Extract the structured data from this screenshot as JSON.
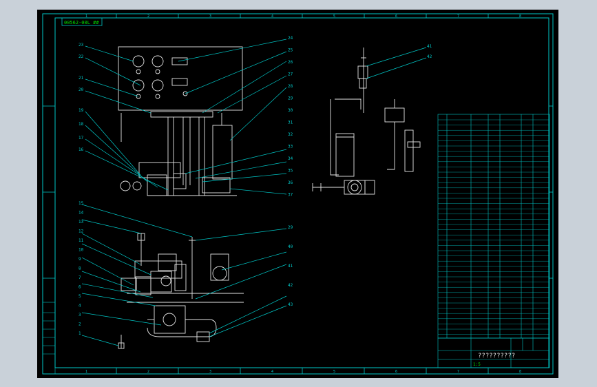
{
  "drawing": {
    "number_tag": "00562-00L ##",
    "title": "??????????",
    "scale": "1:5",
    "callouts_top_left": [
      "23",
      "22",
      "21",
      "20",
      "19",
      "18",
      "17",
      "16"
    ],
    "callouts_top_right": [
      "24",
      "25",
      "26",
      "27",
      "28",
      "29",
      "30",
      "31",
      "32",
      "33",
      "34",
      "35",
      "36",
      "37"
    ],
    "callouts_side": [
      "41",
      "42"
    ],
    "callouts_bottom_left": [
      "15",
      "14",
      "13",
      "12",
      "11",
      "10",
      "9",
      "8",
      "7",
      "6",
      "5",
      "4",
      "3",
      "2",
      "1"
    ],
    "callouts_bottom_right": [
      "29",
      "40",
      "41",
      "42",
      "43"
    ],
    "border_numbers_top": [
      "1",
      "2",
      "3",
      "4",
      "5",
      "6",
      "7",
      "8"
    ],
    "border_numbers_bottom": [
      "1",
      "2",
      "3",
      "4",
      "5",
      "6",
      "7",
      "8"
    ]
  },
  "colors": {
    "background": "#000000",
    "frame": "#00c8c8",
    "geometry": "#e6e6e6",
    "text": "#00e000"
  }
}
